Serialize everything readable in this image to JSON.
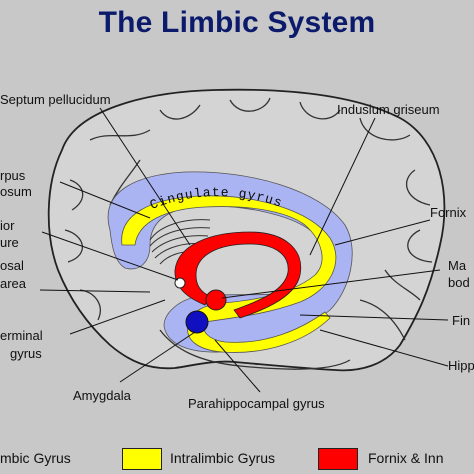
{
  "title": "The Limbic System",
  "labels": {
    "septum_pellucidum": "Septum pellucidum",
    "indusium_griseum": "Indusium griseum",
    "corpus_callosum_1": "rpus",
    "corpus_callosum_2": "osum",
    "anterior_commissure_1": "ior",
    "anterior_commissure_2": "ure",
    "subcallosal_area_1": "osal",
    "subcallosal_area_2": "area",
    "paraterminal_gyrus_1": "erminal",
    "paraterminal_gyrus_2": "gyrus",
    "amygdala": "Amygdala",
    "parahippocampal_gyrus": "Parahippocampal gyrus",
    "fornix": "Fornix",
    "mammillary_body_1": "Ma",
    "mammillary_body_2": "bod",
    "fimbria": "Fin",
    "hippocampus": "Hipp",
    "cingulate_gyrus": "Cingulate gyrus"
  },
  "legend": [
    {
      "label": "mbic Gyrus",
      "color": "#aab4f2"
    },
    {
      "label": "Intralimbic Gyrus",
      "color": "#ffff00"
    },
    {
      "label": "Fornix & Inn",
      "color": "#ff0000"
    }
  ],
  "colors": {
    "background": "#c8c8c8",
    "title": "#0c1a6b",
    "limbic": "#aab4f2",
    "intralimbic": "#ffff00",
    "fornix": "#ff0000",
    "amygdala": "#1010c0"
  }
}
